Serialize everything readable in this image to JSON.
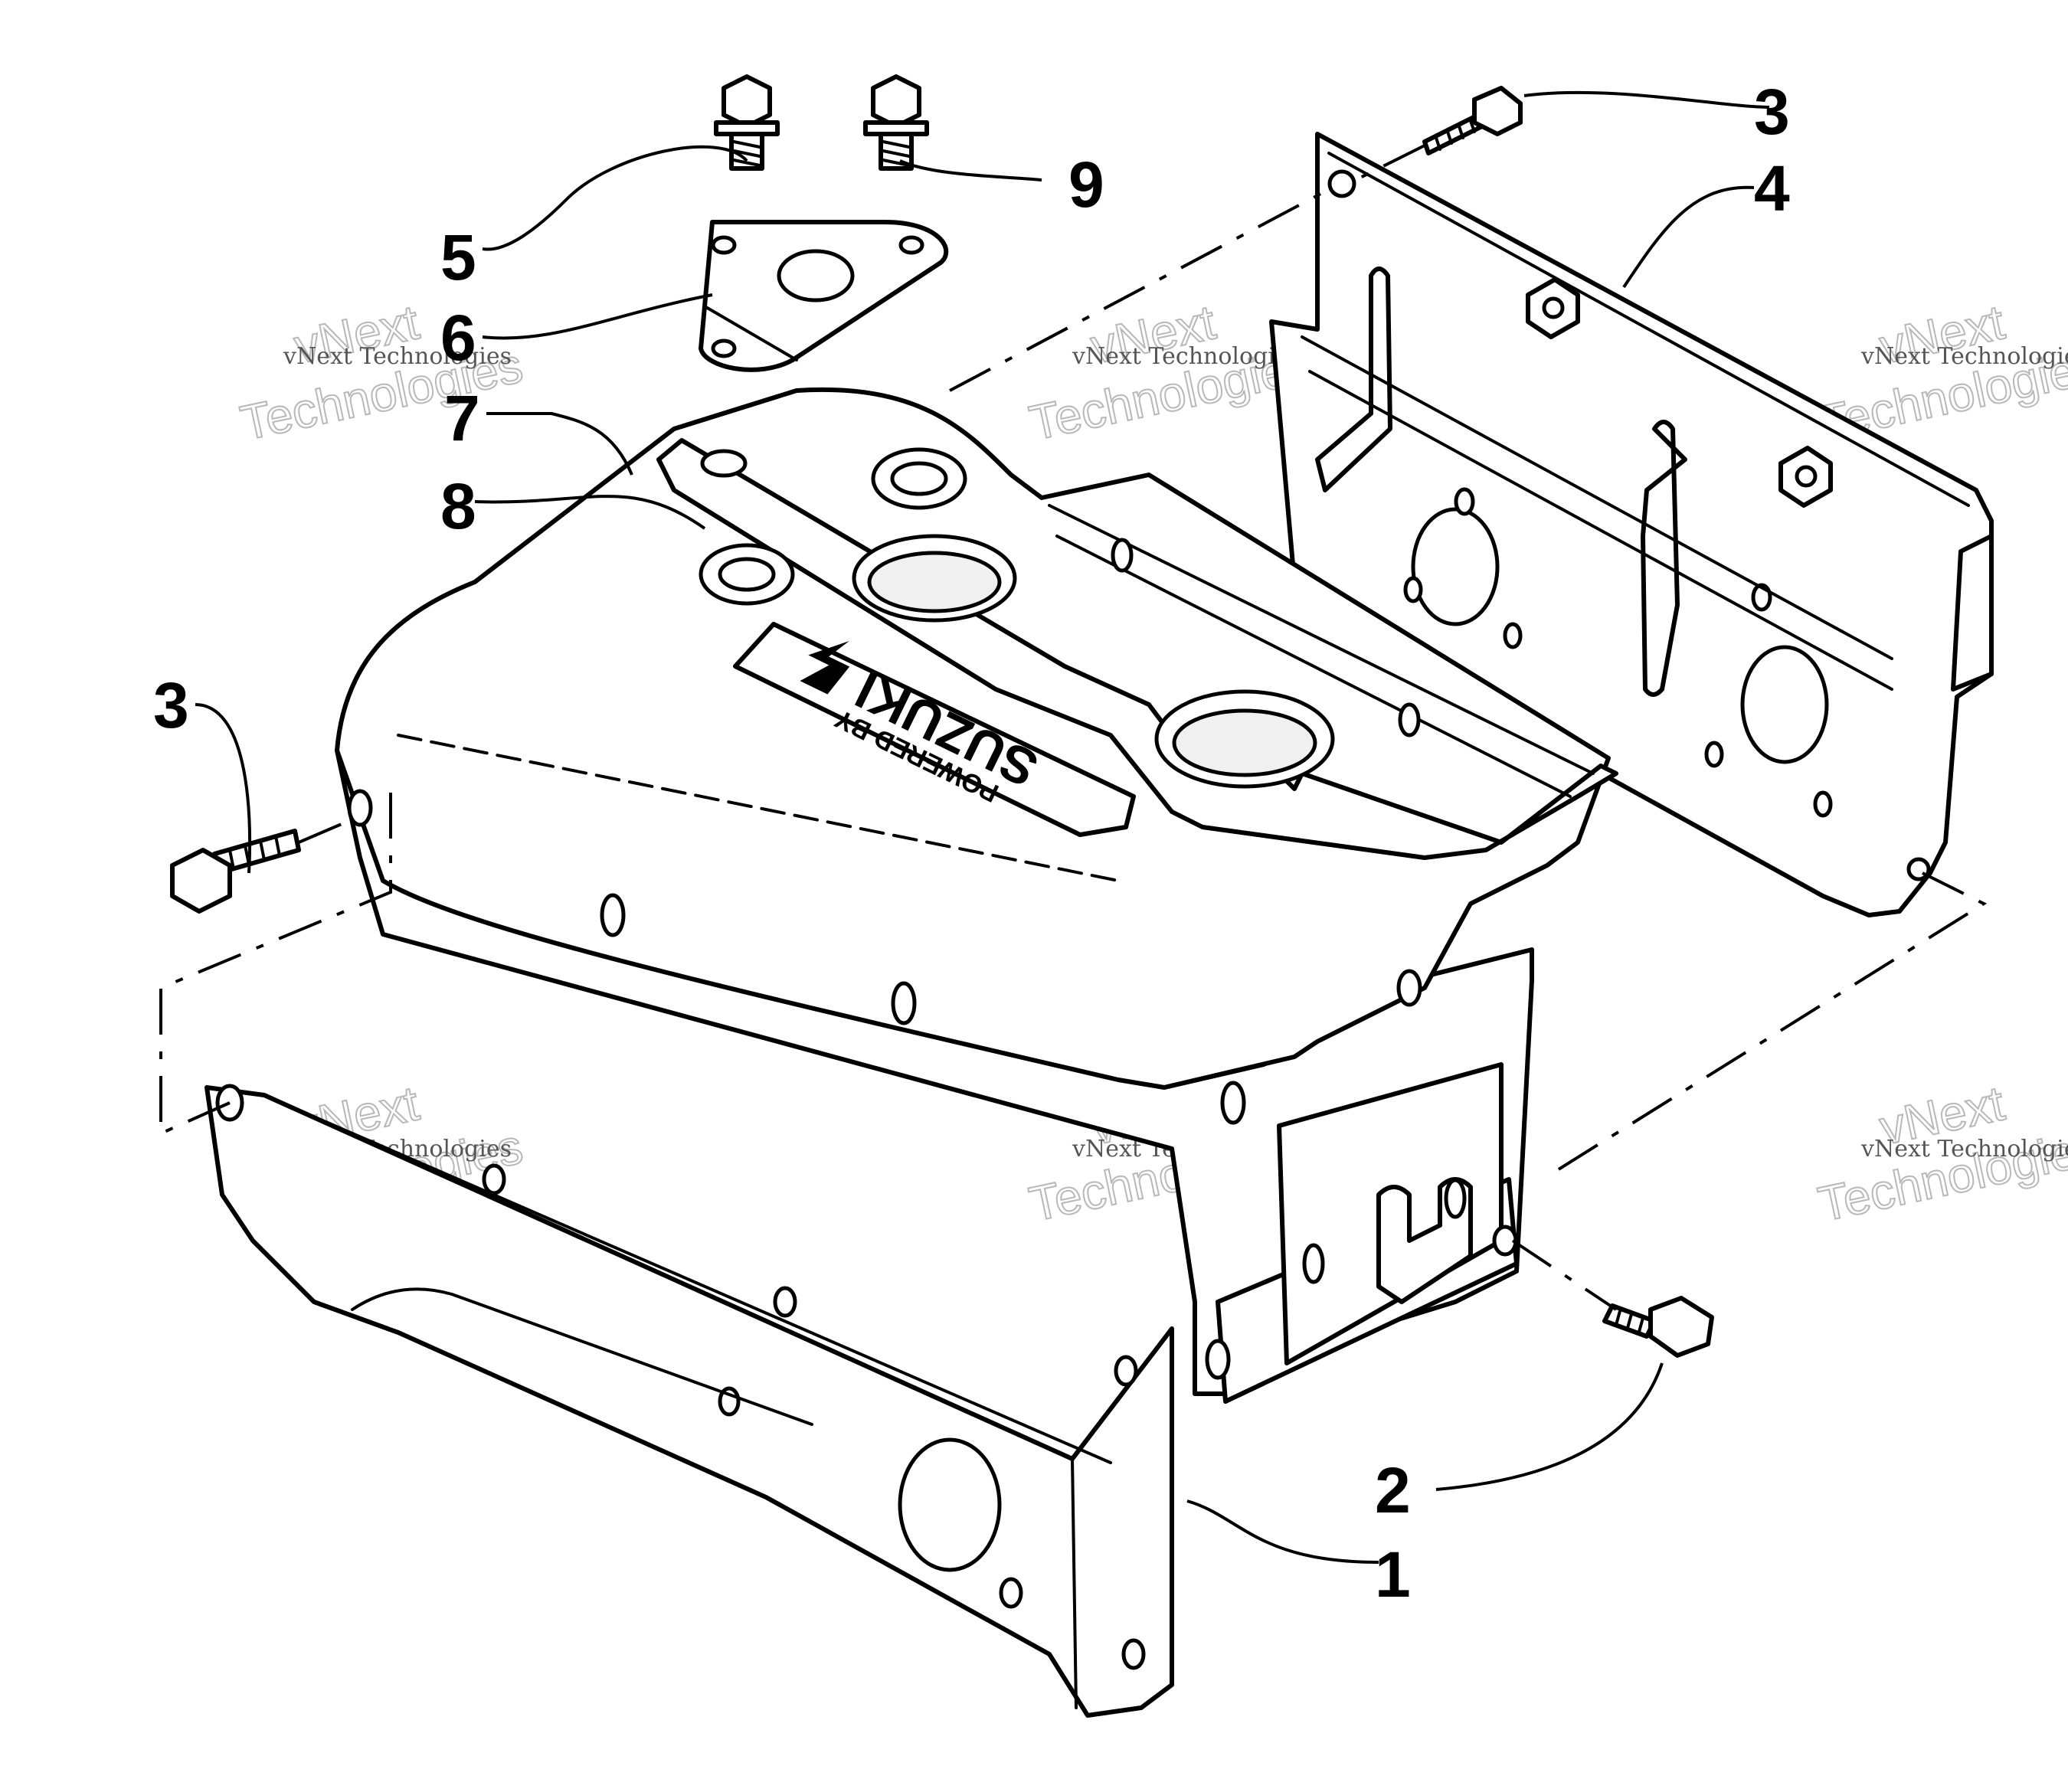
{
  "callouts": [
    {
      "id": "1",
      "label": "1"
    },
    {
      "id": "2",
      "label": "2"
    },
    {
      "id": "3a",
      "label": "3"
    },
    {
      "id": "3b",
      "label": "3"
    },
    {
      "id": "4",
      "label": "4"
    },
    {
      "id": "5",
      "label": "5"
    },
    {
      "id": "6",
      "label": "6"
    },
    {
      "id": "7",
      "label": "7"
    },
    {
      "id": "8",
      "label": "8"
    },
    {
      "id": "9",
      "label": "9"
    }
  ],
  "logo": {
    "line1": "POWERED BY",
    "line2": "SUZUKI"
  },
  "watermark": {
    "small": "vNext Technologies",
    "big_line1": "vNext",
    "big_line2": "Technologies"
  }
}
